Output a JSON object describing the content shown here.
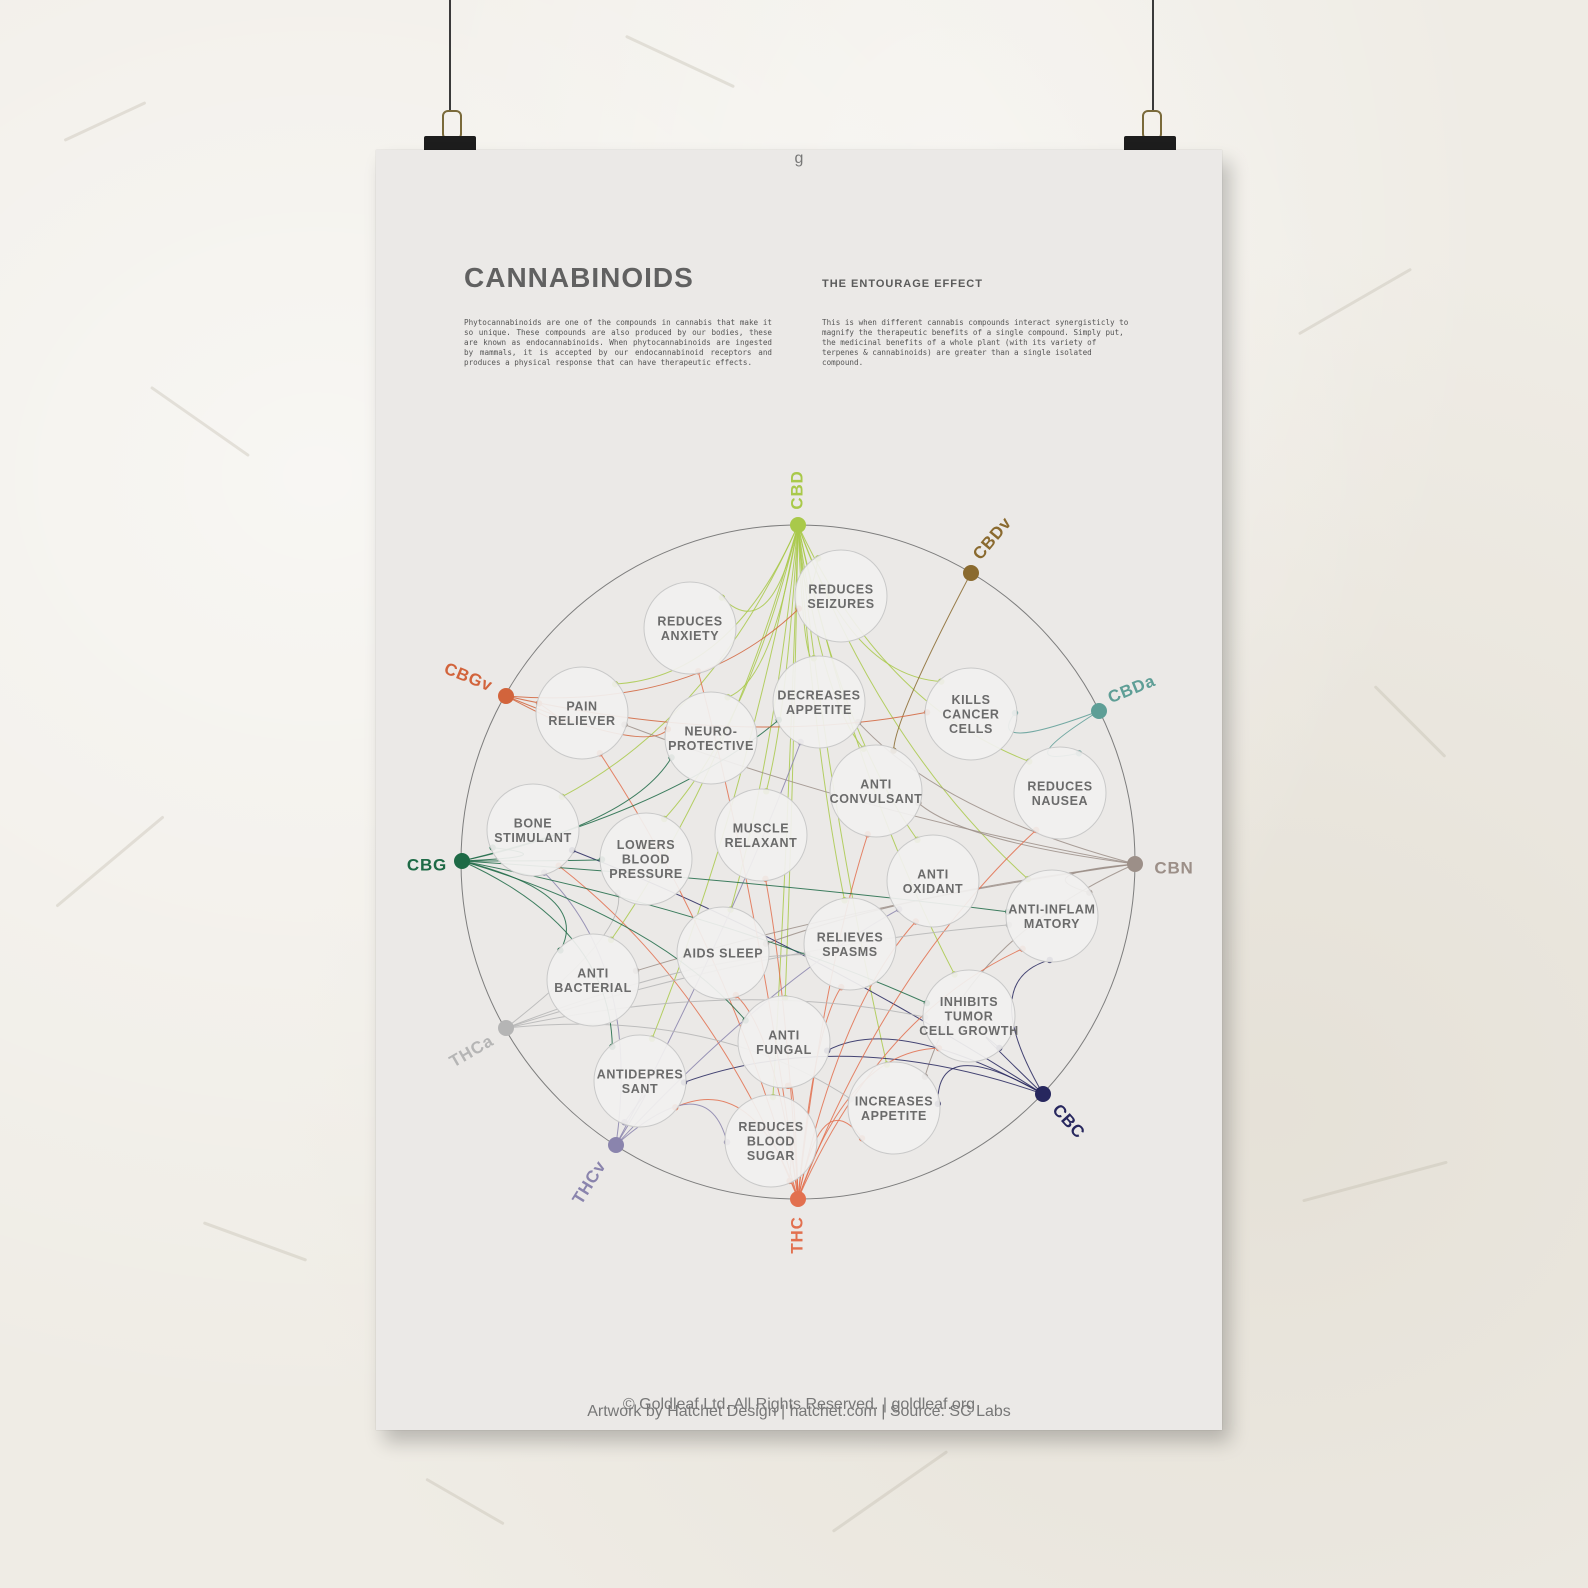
{
  "poster": {
    "title": "CANNABINOIDS",
    "subtitle": "THE ENTOURAGE EFFECT",
    "intro_left": "Phytocannabinoids are one of the compounds in cannabis that make it so unique. These compounds are also produced by our bodies, these are known as endocannabinoids. When phytocannabinoids are ingested by mammals, it is accepted by our endocannabinoid receptors and produces a physical response that can have therapeutic effects.",
    "intro_right": "This is when different cannabis compounds interact synergisticly to magnify the therapeutic benefits of a single compound. Simply put, the medicinal benefits of a whole plant (with its variety of terpenes & cannabinoids) are greater than a single isolated compound.",
    "footer_logo": "g",
    "footer_line1": "© Goldleaf Ltd. All Rights Reserved. | goldleaf.org",
    "footer_line2": "Artwork by Hatchet Design | hatchet.com | Source: SC Labs"
  },
  "colors": {
    "paper": "#ebe9e7",
    "ring": "#7d7d7d",
    "effect_fill": "#f1f0ef",
    "effect_stroke": "#c9c9c9",
    "effect_text": "#6b6b6b"
  },
  "cannabinoids": [
    {
      "id": "CBD",
      "label": "CBD",
      "color": "#a9c94a"
    },
    {
      "id": "CBDv",
      "label": "CBDv",
      "color": "#8a6a2f"
    },
    {
      "id": "CBDa",
      "label": "CBDa",
      "color": "#5e9e96"
    },
    {
      "id": "CBN",
      "label": "CBN",
      "color": "#9c8f88"
    },
    {
      "id": "CBC",
      "label": "CBC",
      "color": "#27275e"
    },
    {
      "id": "THC",
      "label": "THC",
      "color": "#e2704f"
    },
    {
      "id": "THCv",
      "label": "THCv",
      "color": "#8a84ad"
    },
    {
      "id": "THCa",
      "label": "THCa",
      "color": "#b5b5b5"
    },
    {
      "id": "CBG",
      "label": "CBG",
      "color": "#1e6a46"
    },
    {
      "id": "CBGv",
      "label": "CBGv",
      "color": "#d2643c"
    }
  ],
  "effects": [
    {
      "id": "seizures",
      "lines": [
        "REDUCES",
        "SEIZURES"
      ]
    },
    {
      "id": "anxiety",
      "lines": [
        "REDUCES",
        "ANXIETY"
      ]
    },
    {
      "id": "pain",
      "lines": [
        "PAIN",
        "RELIEVER"
      ]
    },
    {
      "id": "neuro",
      "lines": [
        "NEURO-",
        "PROTECTIVE"
      ]
    },
    {
      "id": "appetite_d",
      "lines": [
        "DECREASES",
        "APPETITE"
      ]
    },
    {
      "id": "cancer",
      "lines": [
        "KILLS",
        "CANCER",
        "CELLS"
      ]
    },
    {
      "id": "nausea",
      "lines": [
        "REDUCES",
        "NAUSEA"
      ]
    },
    {
      "id": "convulsant",
      "lines": [
        "ANTI",
        "CONVULSANT"
      ]
    },
    {
      "id": "bone",
      "lines": [
        "BONE",
        "STIMULANT"
      ]
    },
    {
      "id": "bp",
      "lines": [
        "LOWERS",
        "BLOOD",
        "PRESSURE"
      ]
    },
    {
      "id": "muscle",
      "lines": [
        "MUSCLE",
        "RELAXANT"
      ]
    },
    {
      "id": "oxidant",
      "lines": [
        "ANTI",
        "OXIDANT"
      ]
    },
    {
      "id": "inflam",
      "lines": [
        "ANTI-INFLAM",
        "MATORY"
      ]
    },
    {
      "id": "sleep",
      "lines": [
        "AIDS SLEEP"
      ]
    },
    {
      "id": "spasms",
      "lines": [
        "RELIEVES",
        "SPASMS"
      ]
    },
    {
      "id": "bacterial",
      "lines": [
        "ANTI",
        "BACTERIAL"
      ]
    },
    {
      "id": "tumor",
      "lines": [
        "INHIBITS",
        "TUMOR",
        "CELL GROWTH"
      ]
    },
    {
      "id": "fungal",
      "lines": [
        "ANTI",
        "FUNGAL"
      ]
    },
    {
      "id": "depress",
      "lines": [
        "ANTIDEPRES",
        "SANT"
      ]
    },
    {
      "id": "appetite_i",
      "lines": [
        "INCREASES",
        "APPETITE"
      ]
    },
    {
      "id": "sugar",
      "lines": [
        "REDUCES",
        "BLOOD",
        "SUGAR"
      ]
    }
  ],
  "links": {
    "CBD": [
      "seizures",
      "anxiety",
      "pain",
      "neuro",
      "appetite_d",
      "cancer",
      "nausea",
      "convulsant",
      "bone",
      "bp",
      "muscle",
      "oxidant",
      "inflam",
      "sleep",
      "spasms",
      "bacterial",
      "tumor",
      "fungal",
      "depress",
      "appetite_i",
      "sugar"
    ],
    "CBDv": [
      "convulsant"
    ],
    "CBDa": [
      "cancer",
      "nausea"
    ],
    "CBN": [
      "convulsant",
      "inflam",
      "sleep",
      "appetite_i",
      "bacterial",
      "pain",
      "appetite_d"
    ],
    "CBC": [
      "inflam",
      "tumor",
      "bone",
      "depress",
      "appetite_i",
      "fungal"
    ],
    "THC": [
      "pain",
      "anxiety",
      "sleep",
      "spasms",
      "nausea",
      "inflam",
      "tumor",
      "bone",
      "sugar",
      "appetite_i",
      "fungal",
      "depress",
      "convulsant",
      "oxidant",
      "muscle"
    ],
    "THCv": [
      "bone",
      "sugar",
      "oxidant",
      "appetite_d",
      "depress"
    ],
    "THCa": [
      "inflam",
      "tumor",
      "bp",
      "spasms",
      "appetite_i"
    ],
    "CBG": [
      "neuro",
      "bone",
      "bacterial",
      "inflam",
      "tumor",
      "bp",
      "fungal",
      "appetite_d",
      "depress"
    ],
    "CBGv": [
      "seizures",
      "cancer",
      "neuro",
      "pain"
    ]
  }
}
